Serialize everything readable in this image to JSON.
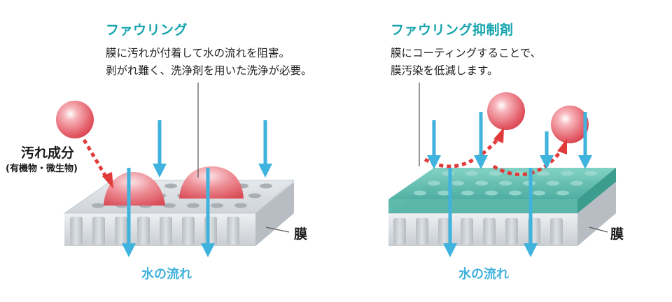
{
  "left_panel": {
    "title": "ファウリング",
    "description_lines": [
      "膜に汚れが付着して水の流れを阻害。",
      "剥がれ難く、洗浄剤を用いた洗浄が必要。"
    ],
    "foulant_label": "汚れ成分",
    "foulant_sublabel": "(有機物・微生物)",
    "membrane_label": "膜",
    "flow_label": "水の流れ"
  },
  "right_panel": {
    "title": "ファウリング抑制剤",
    "description_lines": [
      "膜にコーティングすることで、",
      "膜汚染を低減します。"
    ],
    "membrane_label": "膜",
    "flow_label": "水の流れ"
  },
  "colors": {
    "title": "#15a3ad",
    "water_flow": "#3fb2dd",
    "foulant_arrow": "#e23a3a",
    "coating": "#5cbfb0"
  }
}
